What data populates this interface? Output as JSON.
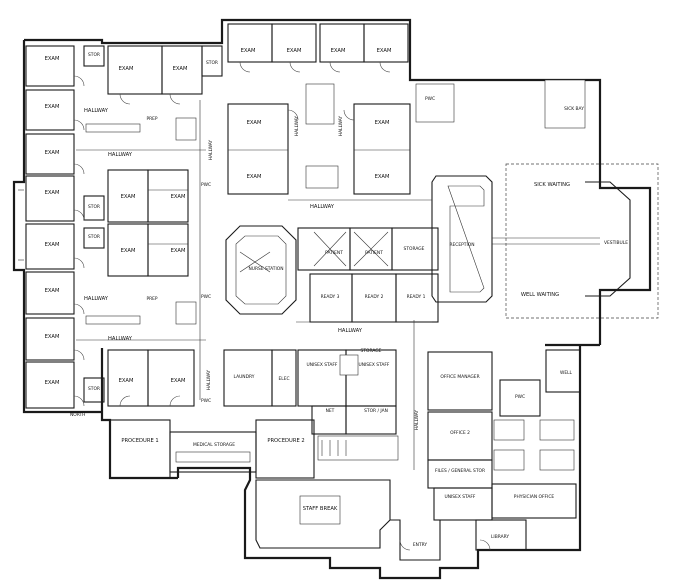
{
  "rooms": {
    "exam": "EXAM",
    "stor": "STOR",
    "hallway": "HALLWAY",
    "prep": "PREP",
    "pwc": "PWC",
    "nurse_station": "NURSE STATION",
    "patient": "PATIENT",
    "storage": "STORAGE",
    "reception": "RECEPTION",
    "ready_3": "READY 3",
    "ready_2": "READY 2",
    "ready_1": "READY 1",
    "sick_waiting": "SICK WAITING",
    "vestibule": "VESTIBULE",
    "well_waiting": "WELL WAITING",
    "sick_bay": "SICK BAY",
    "laundry": "LAUNDRY",
    "elec": "ELEC",
    "unisex_staff": "UNISEX STAFF",
    "net": "NET",
    "stor_jan": "STOR / JAN",
    "office_manager": "OFFICE MANAGER",
    "office_2": "OFFICE 2",
    "files_general_stor": "FILES / GENERAL STOR",
    "physician_office": "PHYSICIAN OFFICE",
    "library": "LIBRARY",
    "procedure_1": "PROCEDURE 1",
    "procedure_2": "PROCEDURE 2",
    "medical_storage": "MEDICAL STORAGE",
    "staff_break": "STAFF BREAK",
    "entry": "ENTRY",
    "well": "WELL",
    "north": "NORTH"
  }
}
